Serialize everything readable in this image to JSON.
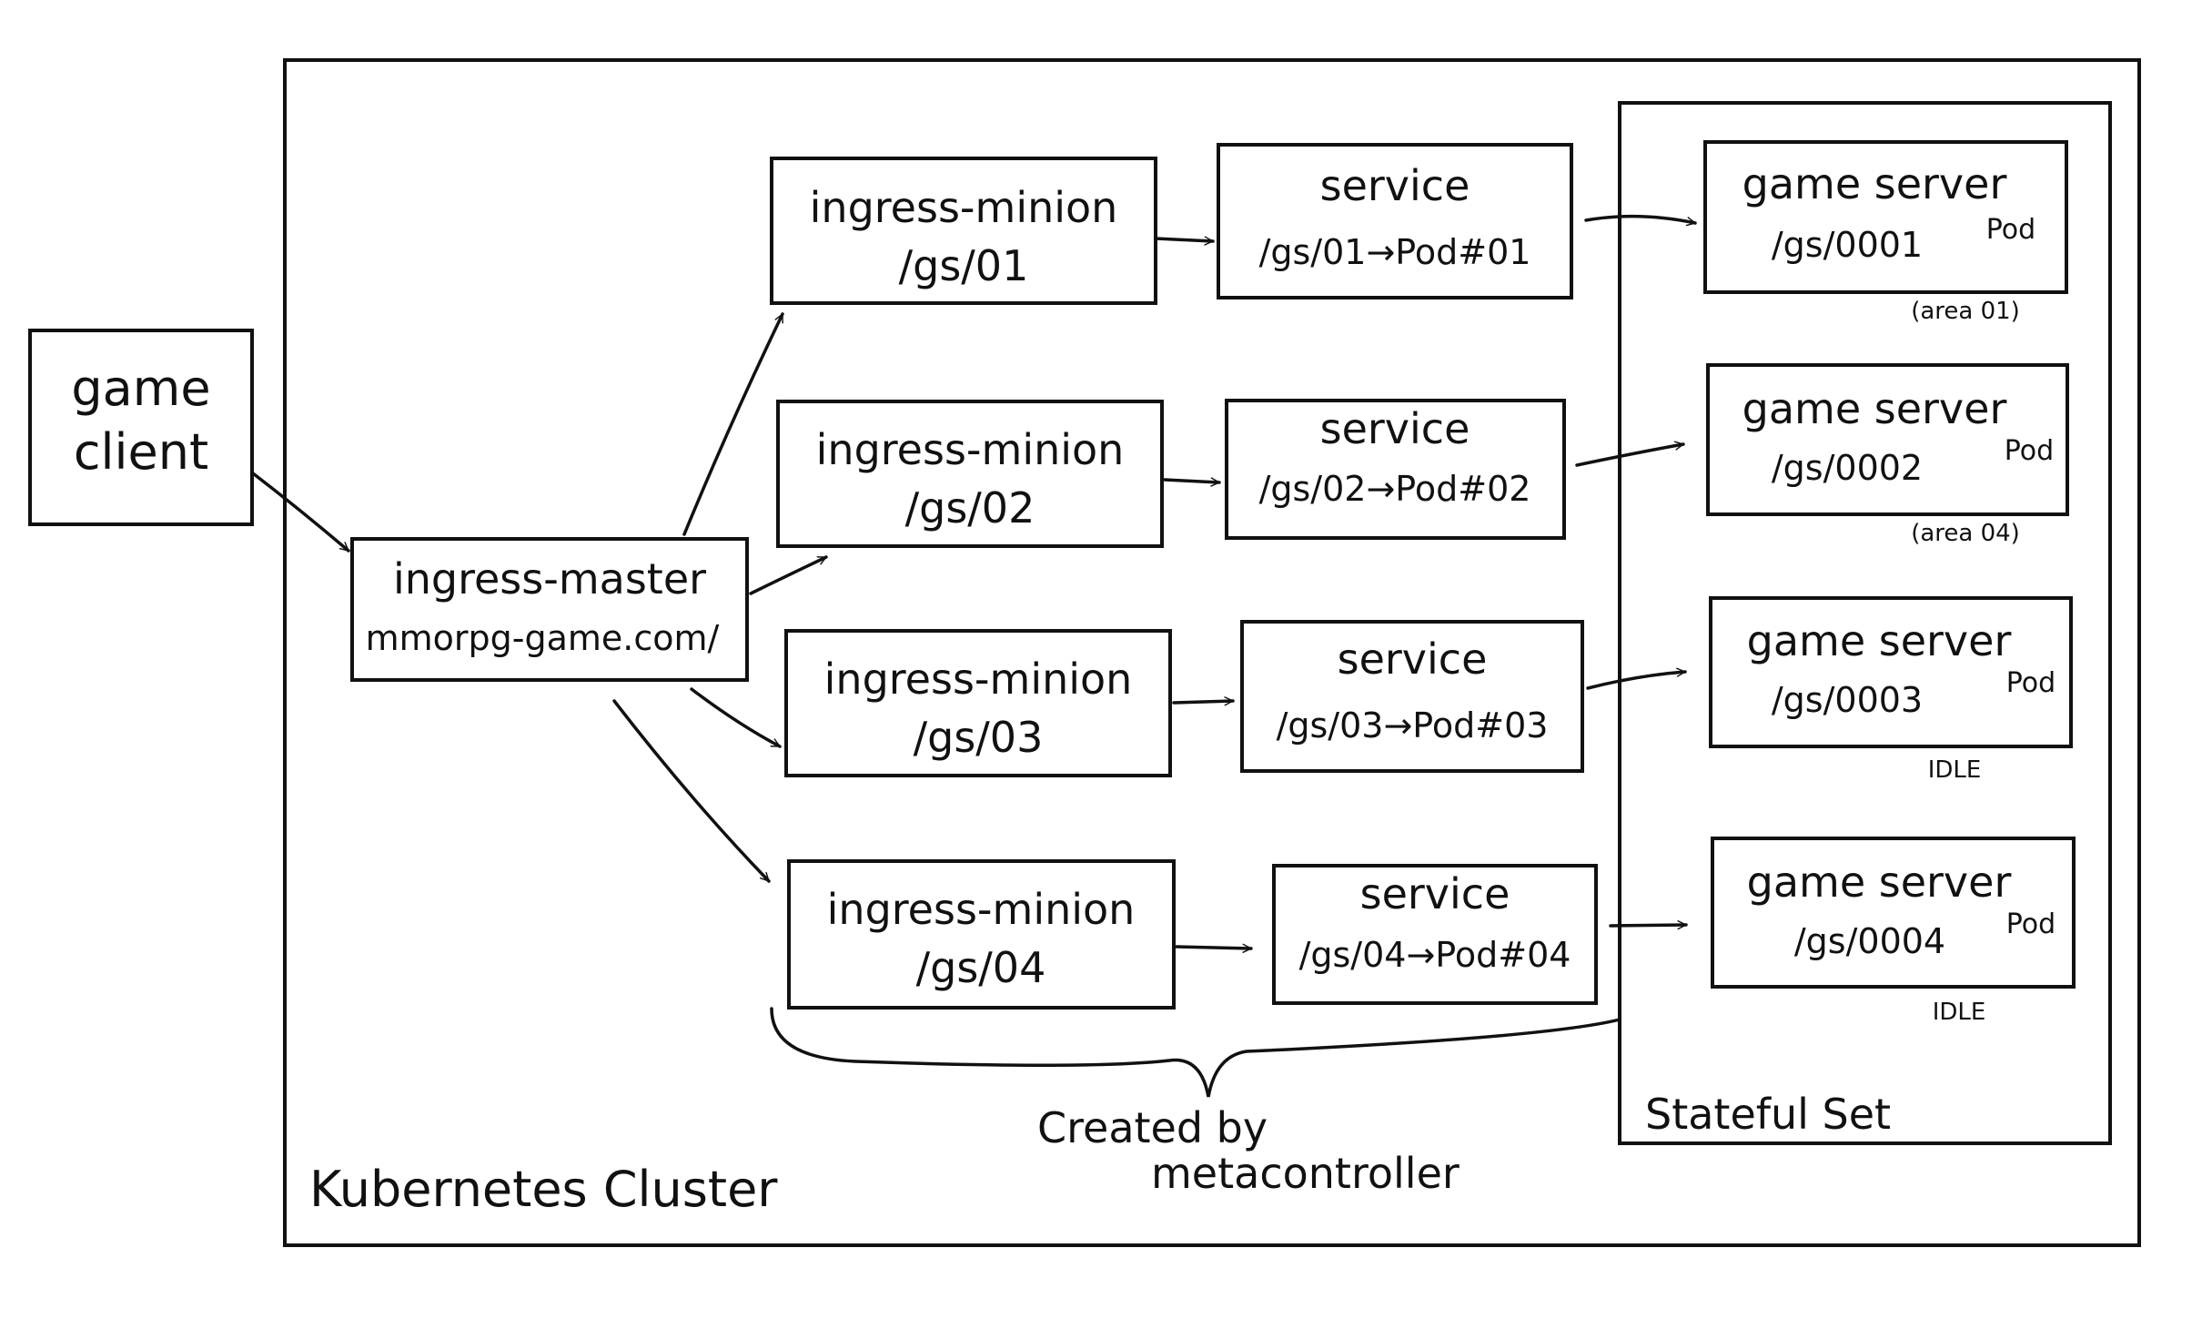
{
  "client": {
    "line1": "game",
    "line2": "client"
  },
  "master": {
    "line1": "ingress-master",
    "line2": "mmorpg-game.com/"
  },
  "minions": [
    {
      "label": "ingress-minion",
      "path": "/gs/01"
    },
    {
      "label": "ingress-minion",
      "path": "/gs/02"
    },
    {
      "label": "ingress-minion",
      "path": "/gs/03"
    },
    {
      "label": "ingress-minion",
      "path": "/gs/04"
    }
  ],
  "services": [
    {
      "label": "service",
      "route": "/gs/01→Pod#01"
    },
    {
      "label": "service",
      "route": "/gs/02→Pod#02"
    },
    {
      "label": "service",
      "route": "/gs/03→Pod#03"
    },
    {
      "label": "service",
      "route": "/gs/04→Pod#04"
    }
  ],
  "servers": [
    {
      "label": "game server",
      "path": "/gs/0001",
      "kind": "Pod",
      "note": "(area 01)"
    },
    {
      "label": "game server",
      "path": "/gs/0002",
      "kind": "Pod",
      "note": "(area 04)"
    },
    {
      "label": "game server",
      "path": "/gs/0003",
      "kind": "Pod",
      "note": "IDLE"
    },
    {
      "label": "game server",
      "path": "/gs/0004",
      "kind": "Pod",
      "note": "IDLE"
    }
  ],
  "statefulset_label": "Stateful Set",
  "cluster_label": "Kubernetes Cluster",
  "brace_label": {
    "line1": "Created by",
    "line2": "metacontroller"
  }
}
